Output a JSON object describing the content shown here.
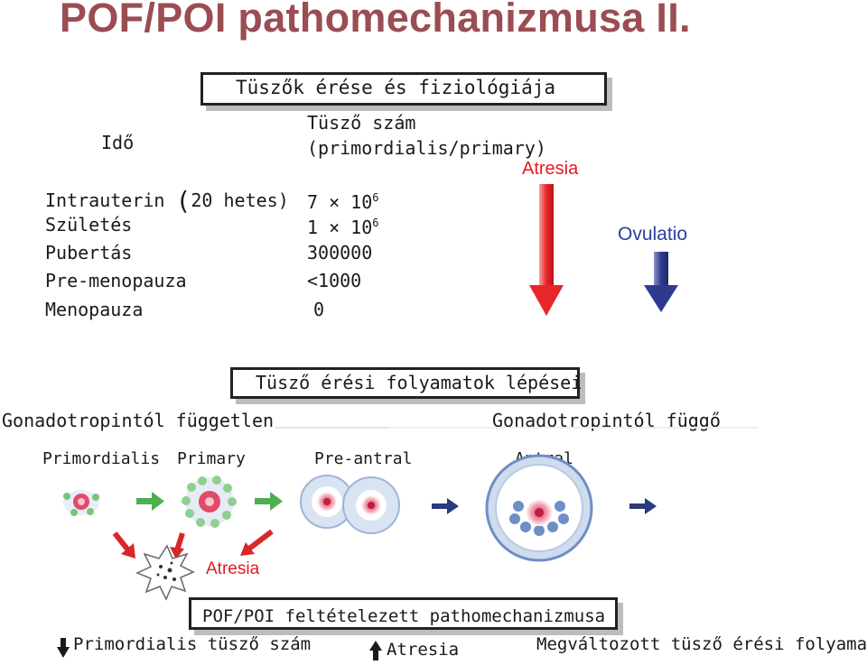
{
  "title": "POF/POI pathomechanizmusa II.",
  "top_box": {
    "label": "Tüszők érése és fiziológiája"
  },
  "headers": {
    "time": "Idő",
    "count_line1": "Tüsző szám",
    "count_line2": "(primordialis/primary)"
  },
  "rows": [
    {
      "label": "Intrauterin",
      "label_paren": "(",
      "label_rest": "20 hetes)",
      "value_base": "7 × 10",
      "value_exp": "6"
    },
    {
      "label": "Születés",
      "value_base": "1 × 10",
      "value_exp": "6"
    },
    {
      "label": "Pubertás",
      "value": "300000"
    },
    {
      "label": "Pre-menopauza",
      "value": "<1000"
    },
    {
      "label": "Menopauza",
      "value": "0"
    }
  ],
  "arrows_top": {
    "atresia_label": "Atresia",
    "ovulatio_label": "Ovulatio",
    "atresia_color": "#e8262a",
    "ovulatio_color": "#2f3a8f"
  },
  "steps_box": {
    "label": "Tüsző érési folyamatok lépései"
  },
  "phases": {
    "independent": "Gonadotropintól független",
    "dependent": "Gonadotropintól függő"
  },
  "stages": [
    "Primordialis",
    "Primary",
    "Pre-antral",
    "Antral"
  ],
  "stage_atresia": "Atresia",
  "bottom_box": {
    "label": "POF/POI feltételezett pathomechanizmusa"
  },
  "bottom_items": {
    "left": "Primordialis tüsző szám",
    "middle": "Atresia",
    "right": "Megváltozott tüsző érési folyamatok"
  },
  "colors": {
    "title": "#9a4d53",
    "red": "#e21a1f",
    "blue": "#2c3f9c",
    "green_arrow": "#4caf50",
    "navy_arrow": "#2a3a7a",
    "red_arrow": "#d9262a"
  }
}
